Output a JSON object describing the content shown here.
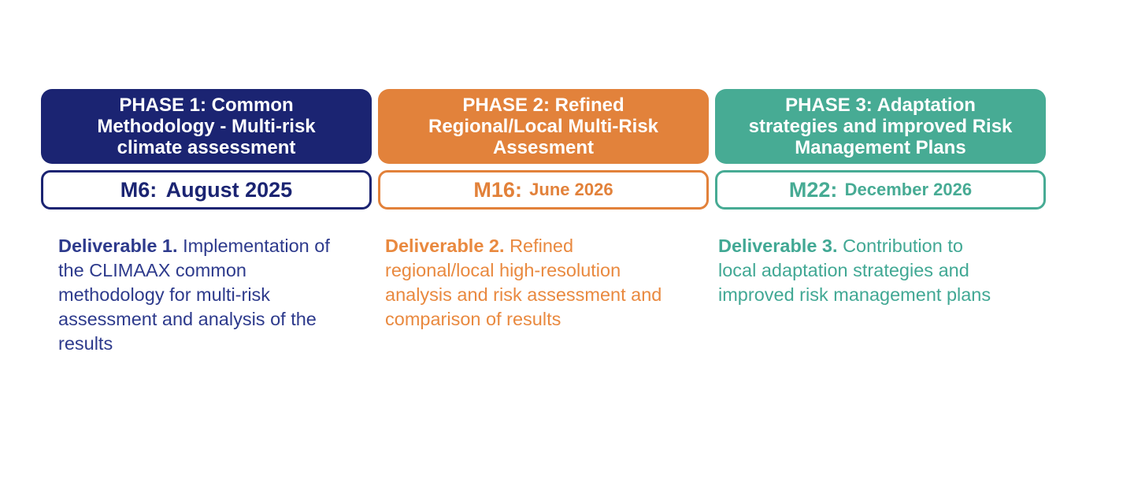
{
  "canvas": {
    "background": "#ffffff"
  },
  "phases": [
    {
      "title": "PHASE 1: Common\nMethodology - Multi-risk\nclimate assessment",
      "milestone_label": "M6:",
      "milestone_date": "August 2025",
      "deliverable_lead": "Deliverable 1.",
      "deliverable_body": " Implementation of\nthe CLIMAAX common\nmethodology for multi-risk\nassessment and analysis of the\nresults",
      "colors": {
        "fill": "#1B2472",
        "accent": "#1B2472",
        "deliverable_text": "#2D3A8C"
      }
    },
    {
      "title": "PHASE 2: Refined\nRegional/Local Multi-Risk\nAssesment",
      "milestone_label": "M16:",
      "milestone_date": "June 2026",
      "deliverable_lead": "Deliverable 2.",
      "deliverable_body": " Refined\nregional/local high-resolution\nanalysis and risk assessment and\ncomparison of results",
      "colors": {
        "fill": "#E2823B",
        "accent": "#E2813A",
        "deliverable_text": "#E9893F"
      }
    },
    {
      "title": "PHASE 3: Adaptation\nstrategies and improved Risk\nManagement Plans",
      "milestone_label": "M22:",
      "milestone_date": "December 2026",
      "deliverable_lead": "Deliverable 3.",
      "deliverable_body": " Contribution to\nlocal adaptation strategies and\nimproved risk management plans",
      "colors": {
        "fill": "#47AB94",
        "accent": "#47AB94",
        "deliverable_text": "#41A894"
      }
    }
  ]
}
